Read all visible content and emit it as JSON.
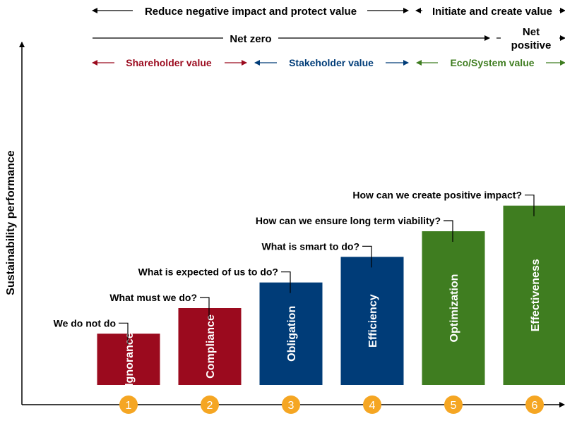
{
  "header": {
    "reduce_label": "Reduce negative impact and protect value",
    "initiate_label": "Initiate and create value",
    "net_zero_label": "Net zero",
    "net_positive_line1": "Net",
    "net_positive_line2": "positive",
    "shareholder_label": "Shareholder value",
    "stakeholder_label": "Stakeholder value",
    "ecosystem_label": "Eco/System value"
  },
  "axes": {
    "ylabel": "Sustainability performance"
  },
  "colors": {
    "shareholder": "#9b0a1e",
    "stakeholder": "#003c78",
    "ecosystem": "#3f7d20",
    "step_circle": "#f5a623",
    "text": "#000000"
  },
  "chart_data": {
    "type": "bar",
    "ylim": [
      0,
      6
    ],
    "categories": [
      "1",
      "2",
      "3",
      "4",
      "5",
      "6"
    ],
    "values": [
      1,
      1.5,
      2,
      2.5,
      3,
      3.5
    ],
    "bars": [
      {
        "step": "1",
        "name": "Ignorance",
        "question": "We do not do",
        "value": 1,
        "group": "shareholder"
      },
      {
        "step": "2",
        "name": "Compliance",
        "question": "What must we do?",
        "value": 1.5,
        "group": "shareholder"
      },
      {
        "step": "3",
        "name": "Obligation",
        "question": "What is expected of us to do?",
        "value": 2,
        "group": "stakeholder"
      },
      {
        "step": "4",
        "name": "Efficiency",
        "question": "What is smart to do?",
        "value": 2.5,
        "group": "stakeholder"
      },
      {
        "step": "5",
        "name": "Optimization",
        "question": "How can we ensure long term viability?",
        "value": 3,
        "group": "ecosystem"
      },
      {
        "step": "6",
        "name": "Effectiveness",
        "question": "How can we create positive impact?",
        "value": 3.5,
        "group": "ecosystem"
      }
    ]
  }
}
